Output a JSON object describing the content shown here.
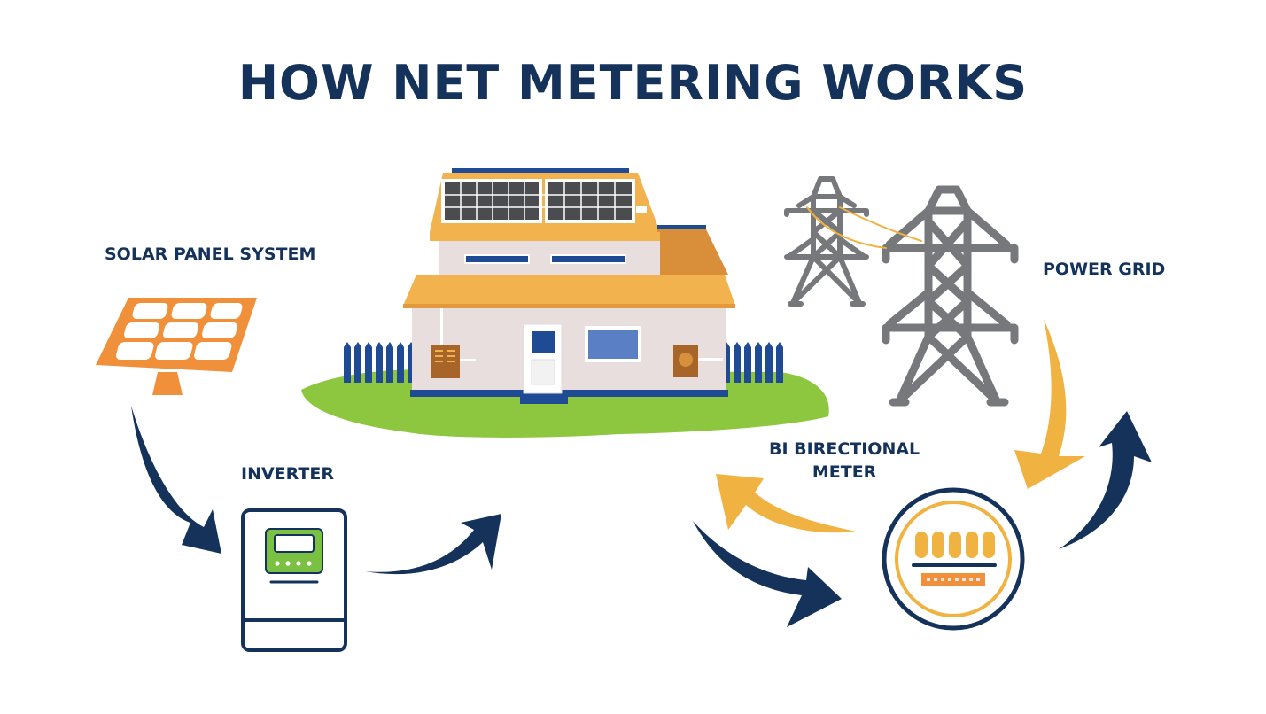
{
  "title": "HOW NET METERING WORKS",
  "labels": {
    "solar_panel_system": "SOLAR PANEL SYSTEM",
    "inverter": "INVERTER",
    "power_grid": "POWER GRID",
    "meter_line1": "BI BIRECTIONAL",
    "meter_line2": "METER"
  },
  "colors": {
    "navy": "#14325a",
    "orange": "#f0903a",
    "amber": "#f0b240",
    "green": "#8dc63f",
    "gray": "#77787b",
    "roof": "#f2b24d",
    "wall": "#e8dede",
    "blue": "#1f4a94"
  },
  "flow": [
    {
      "from": "Solar Panel System",
      "to": "Inverter",
      "arrow_color": "navy"
    },
    {
      "from": "Inverter",
      "to": "House",
      "arrow_color": "navy"
    },
    {
      "from": "House",
      "to": "Bi Birectional Meter",
      "arrow_color": "navy"
    },
    {
      "from": "Bi Birectional Meter",
      "to": "House",
      "arrow_color": "amber"
    },
    {
      "from": "Bi Birectional Meter",
      "to": "Power Grid",
      "arrow_color": "navy"
    },
    {
      "from": "Power Grid",
      "to": "Bi Birectional Meter",
      "arrow_color": "amber"
    }
  ]
}
